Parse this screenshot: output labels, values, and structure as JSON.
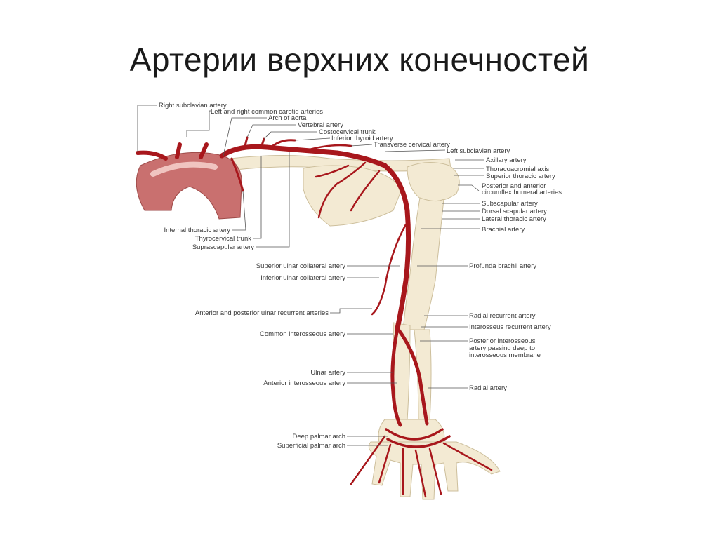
{
  "title": "Артерии верхних конечностей",
  "colors": {
    "artery": "#a8171c",
    "aorta": "#c9706f",
    "bone": "#f3ead3",
    "leader": "#555555"
  },
  "labels": {
    "right_subclavian": "Right subclavian artery",
    "common_carotid": "Left and right common carotid arteries",
    "arch_of_aorta": "Arch of aorta",
    "vertebral": "Vertebral artery",
    "costocervical": "Costocervical trunk",
    "inferior_thyroid": "Inferior thyroid artery",
    "transverse_cervical": "Transverse cervical artery",
    "left_subclavian": "Left subclavian artery",
    "axillary": "Axillary artery",
    "thoracoacromial": "Thoracoacromial axis",
    "superior_thoracic": "Superior thoracic artery",
    "circumflex_1": "Posterior and anterior",
    "circumflex_2": "circumflex humeral arteries",
    "subscapular": "Subscapular artery",
    "dorsal_scapular": "Dorsal scapular artery",
    "lateral_thoracic": "Lateral thoracic artery",
    "brachial": "Brachial artery",
    "internal_thoracic": "Internal thoracic artery",
    "thyrocervical": "Thyrocervical trunk",
    "suprascapular": "Suprascapular artery",
    "superior_ulnar_collateral": "Superior ulnar collateral artery",
    "profunda_brachii": "Profunda brachii artery",
    "inferior_ulnar_collateral": "Inferior ulnar collateral artery",
    "ulnar_recurrent": "Anterior and posterior ulnar recurrent arteries",
    "radial_recurrent": "Radial recurrent artery",
    "interosseus_recurrent": "Interosseus recurrent artery",
    "common_interosseous": "Common interosseous artery",
    "post_interosseous_1": "Posterior interosseous",
    "post_interosseous_2": "artery passing deep to",
    "post_interosseous_3": "interosseous membrane",
    "ulnar": "Ulnar artery",
    "anterior_interosseous": "Anterior interosseous artery",
    "radial": "Radial artery",
    "deep_palmar": "Deep palmar arch",
    "superficial_palmar": "Superficial palmar arch"
  }
}
